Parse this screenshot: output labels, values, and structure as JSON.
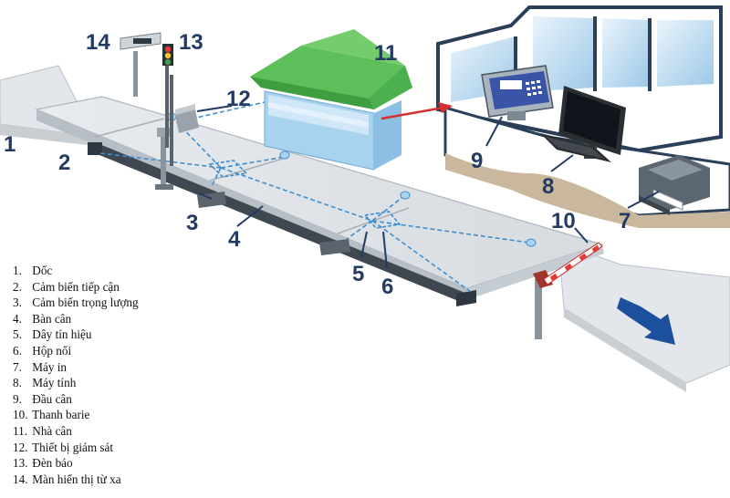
{
  "callouts": {
    "c1": "1",
    "c2": "2",
    "c3": "3",
    "c4": "4",
    "c5": "5",
    "c6": "6",
    "c7": "7",
    "c8": "8",
    "c9": "9",
    "c10": "10",
    "c11": "11",
    "c12": "12",
    "c13": "13",
    "c14": "14"
  },
  "legend": [
    {
      "num": "1.",
      "label": "Dốc"
    },
    {
      "num": "2.",
      "label": "Cảm biến tiếp cận"
    },
    {
      "num": "3.",
      "label": "Cảm biến trọng lượng"
    },
    {
      "num": "4.",
      "label": "Bàn cân"
    },
    {
      "num": "5.",
      "label": "Dây tín hiệu"
    },
    {
      "num": "6.",
      "label": "Hộp nối"
    },
    {
      "num": "7.",
      "label": "Máy in"
    },
    {
      "num": "8.",
      "label": "Máy tính"
    },
    {
      "num": "9.",
      "label": "Đầu cân"
    },
    {
      "num": "10.",
      "label": "Thanh barie"
    },
    {
      "num": "11.",
      "label": "Nhà cân"
    },
    {
      "num": "12.",
      "label": "Thiết bị giám sát"
    },
    {
      "num": "13.",
      "label": "Đèn báo"
    },
    {
      "num": "14.",
      "label": "Màn hiển thị từ xa"
    }
  ],
  "colors": {
    "callout": "#233a63",
    "platform": "#dfe3e7",
    "cable": "#3f8fd0",
    "roof": "#5cbf5a",
    "cabin": "#a8d3ef",
    "arrow_red": "#d32f2f",
    "arrow_blue": "#1c4f9c"
  }
}
